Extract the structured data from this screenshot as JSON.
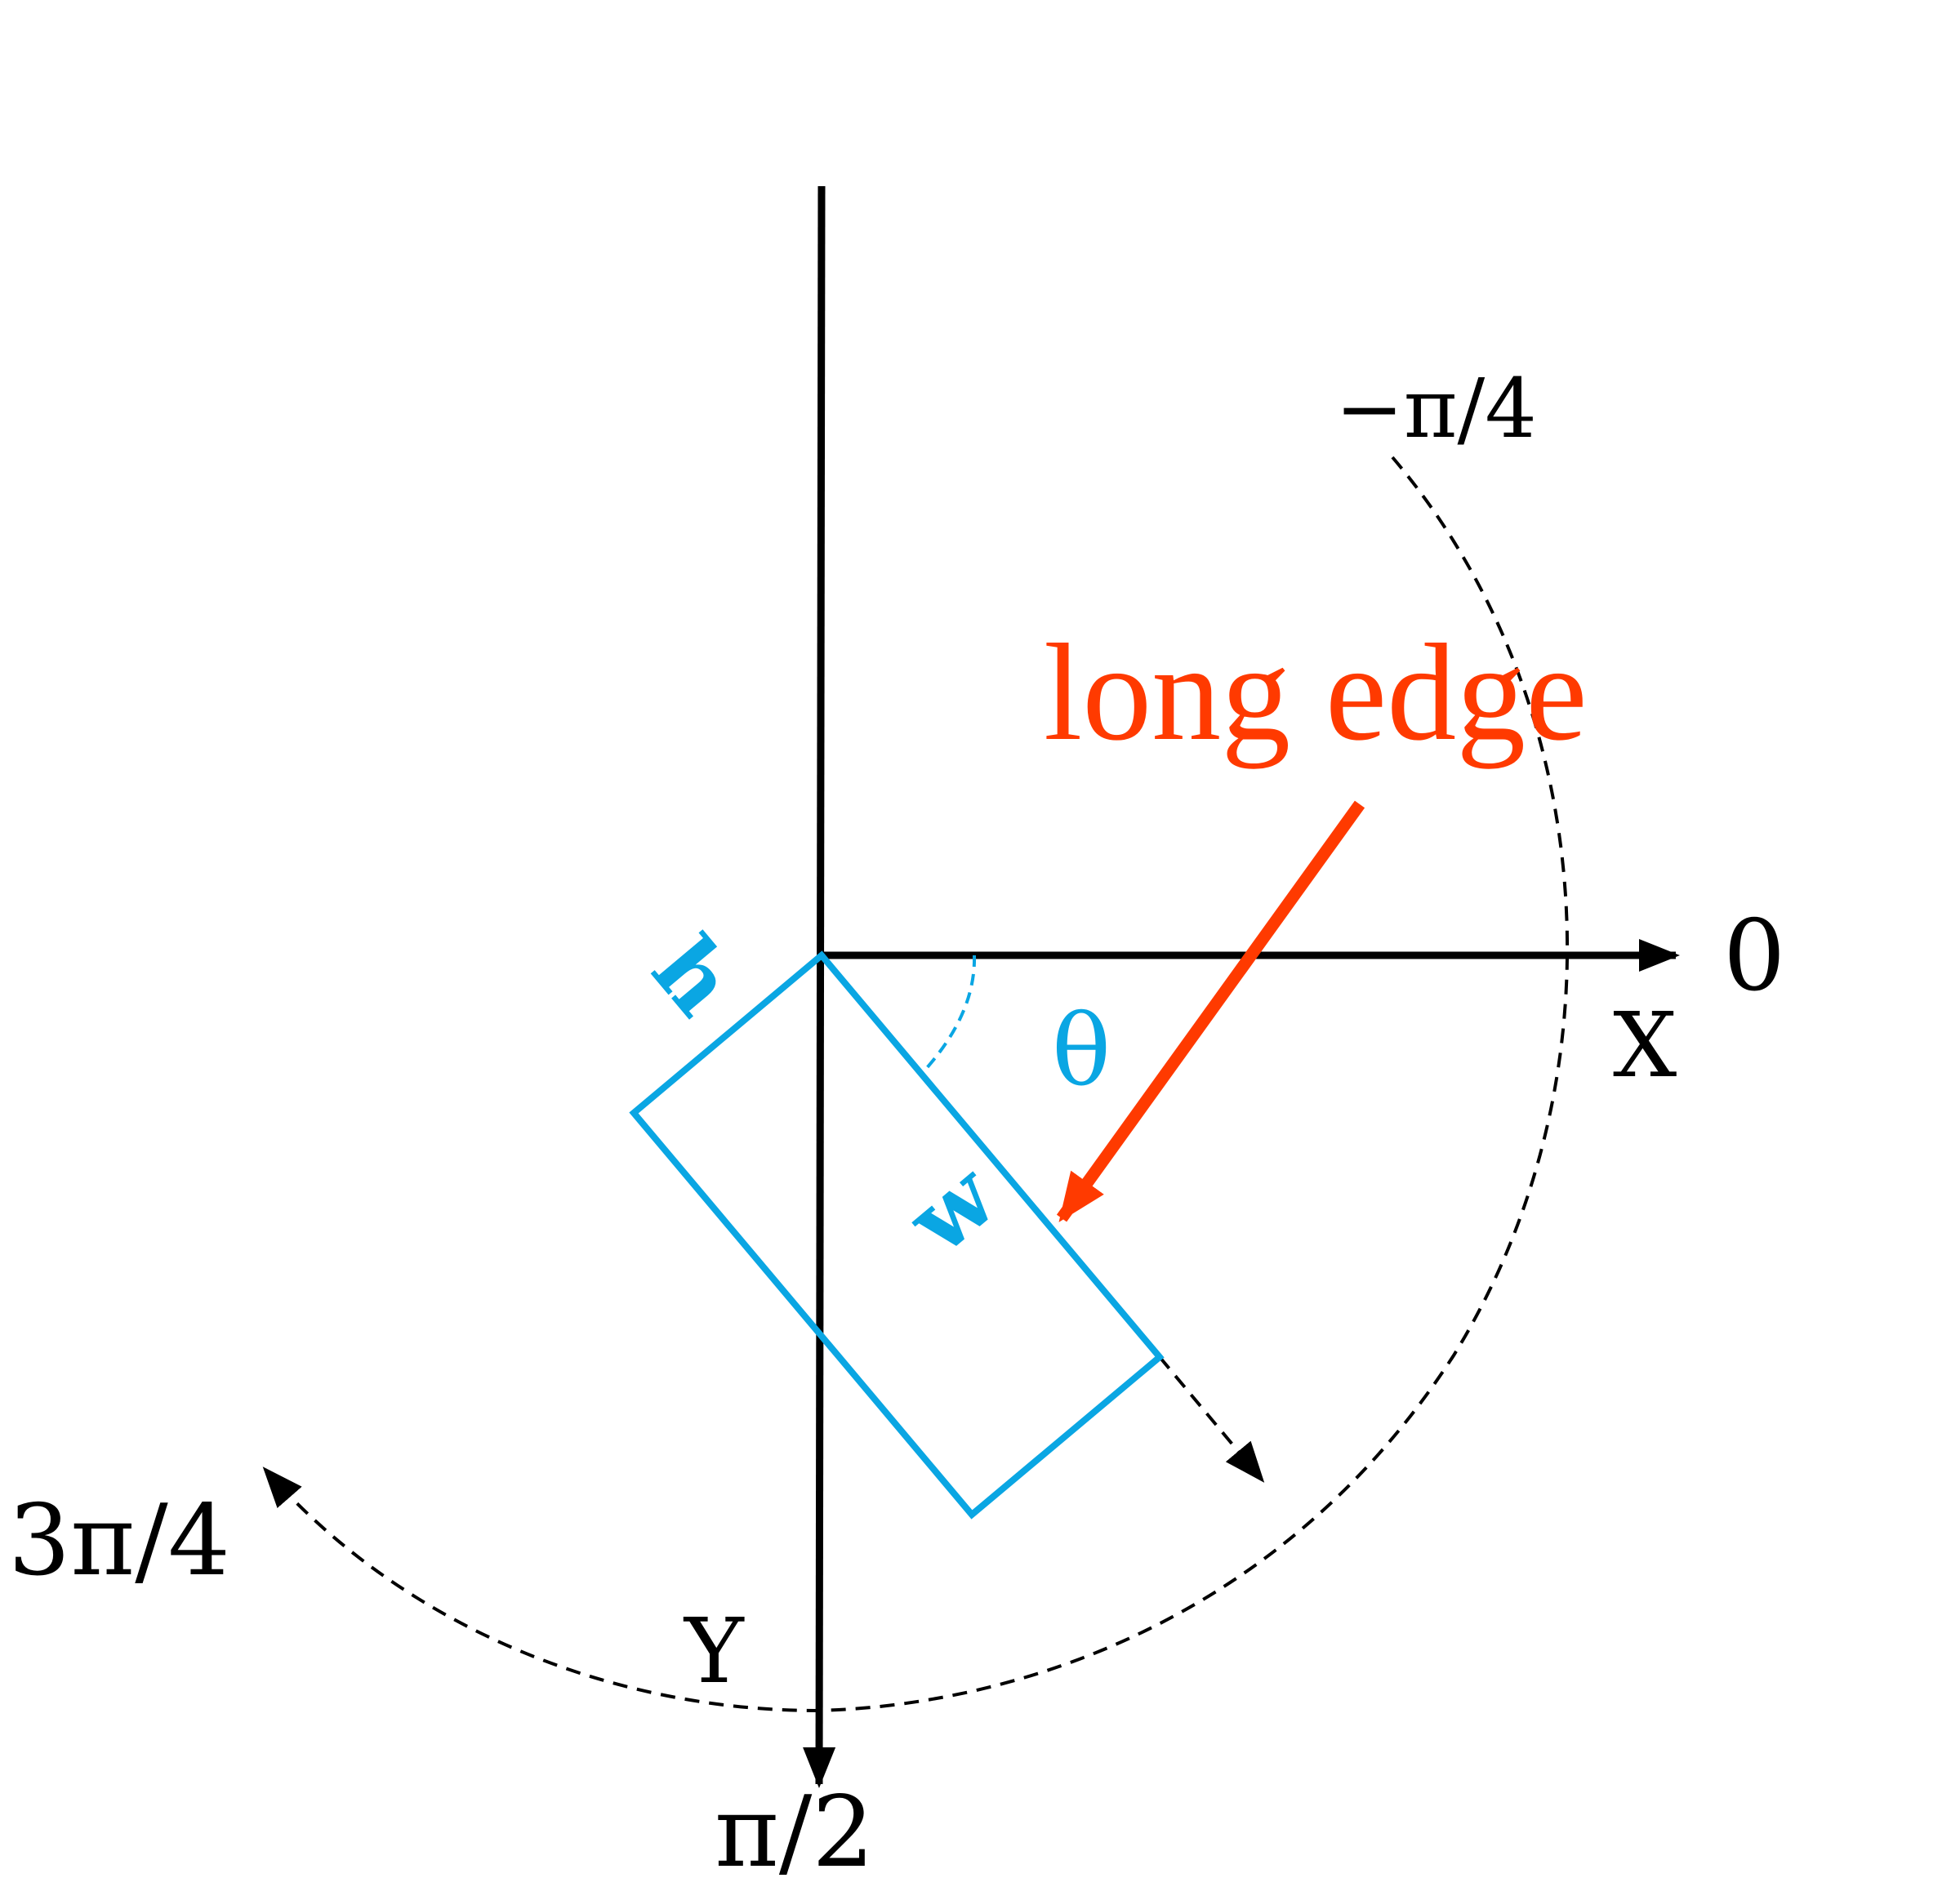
{
  "labels": {
    "neg_pi_4": "−π/4",
    "long_edge": "long edge",
    "zero": "0",
    "x_axis": "X",
    "h": "h",
    "theta": "θ",
    "w": "w",
    "three_pi_4": "3π/4",
    "y_axis": "Y",
    "pi_2": "π/2"
  },
  "colors": {
    "axis": "#000000",
    "box": "#0aa6e3",
    "arrow": "#ff3a00"
  }
}
